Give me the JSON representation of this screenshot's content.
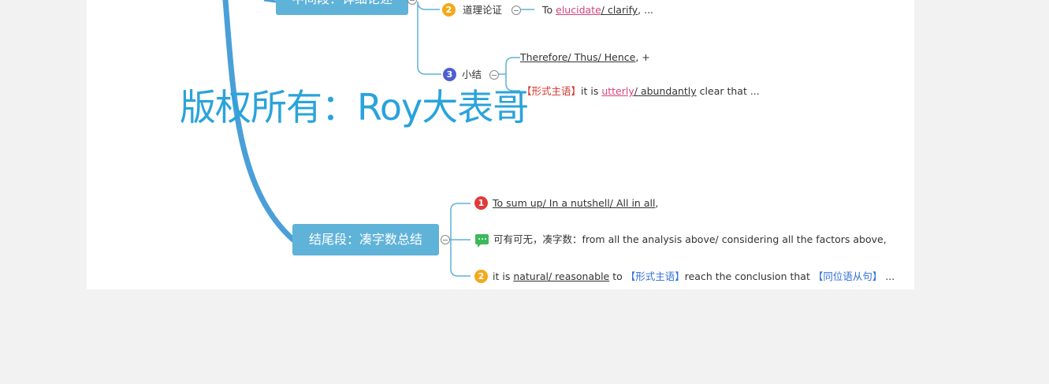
{
  "colors": {
    "branch": "#4a9fd8",
    "node": "#5fb2d8",
    "badge_yellow": "#f3a91c",
    "badge_blue": "#4d5fd0",
    "badge_red": "#e03a3a",
    "chat_green": "#3cb95a",
    "watermark": "#2aa3db",
    "pink": "#d8437a",
    "red_text": "#d2352a",
    "blue_text": "#2f6fd6"
  },
  "watermark": "版权所有：Roy大表哥",
  "middle_node": {
    "label": "中间段：详细论述",
    "children": [
      {
        "badge": "2",
        "label": "道理论证",
        "text": [
          "To ",
          "elucidate",
          "/ clarify",
          ", ..."
        ]
      },
      {
        "badge": "3",
        "label": "小结",
        "lines": [
          [
            "Therefore/ Thus/ Hence",
            ", +"
          ],
          [
            "【形式主语】",
            "it is ",
            "utterly",
            "/ abundantly",
            " clear that ..."
          ]
        ]
      }
    ]
  },
  "ending_node": {
    "label": "结尾段：凑字数总结",
    "items": [
      {
        "badge": "1",
        "parts": [
          "To sum up/ In a nutshell/ All in all",
          ","
        ]
      },
      {
        "icon": "chat-icon",
        "parts": [
          "可有可无，凑字数：from all the analysis above/ considering all the factors above,"
        ]
      },
      {
        "badge": "2",
        "parts": [
          "it is ",
          "natural/ reasonable",
          " to ",
          "【形式主语】",
          "reach the conclusion that ",
          "【同位语从句】",
          " ..."
        ]
      }
    ]
  }
}
